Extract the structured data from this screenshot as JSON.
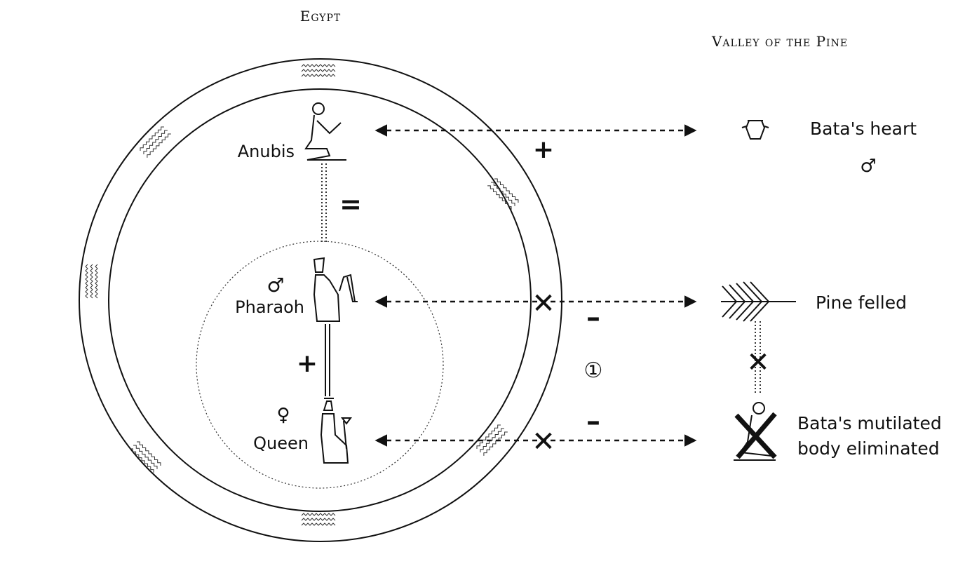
{
  "headings": {
    "left": "Egypt",
    "right": "Valley of the Pine"
  },
  "egypt_figures": {
    "anubis": "Anubis",
    "pharaoh": "Pharaoh",
    "queen": "Queen"
  },
  "valley_items": {
    "heart": "Bata's heart",
    "pine": "Pine felled",
    "body_line1": "Bata's mutilated",
    "body_line2": "body eliminated"
  },
  "symbols": {
    "male": "♂",
    "female": "♀",
    "plus": "+",
    "minus": "–",
    "equals": "=",
    "cross": "✕",
    "circled_one": "①"
  }
}
